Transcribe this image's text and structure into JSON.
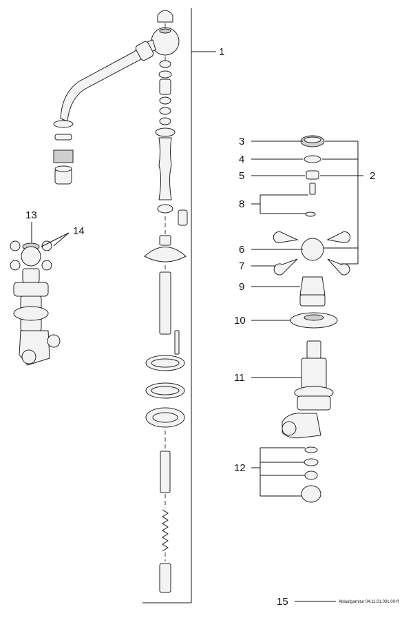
{
  "callouts": {
    "c1": "1",
    "c2": "2",
    "c3": "3",
    "c4": "4",
    "c5": "5",
    "c6": "6",
    "c7": "7",
    "c8": "8",
    "c9": "9",
    "c10": "10",
    "c11": "11",
    "c12": "12",
    "c13": "13",
    "c14": "14",
    "c15": "15"
  },
  "footer": {
    "code": "Ablaufgarnitur 04.11.01.001.00-ff"
  }
}
